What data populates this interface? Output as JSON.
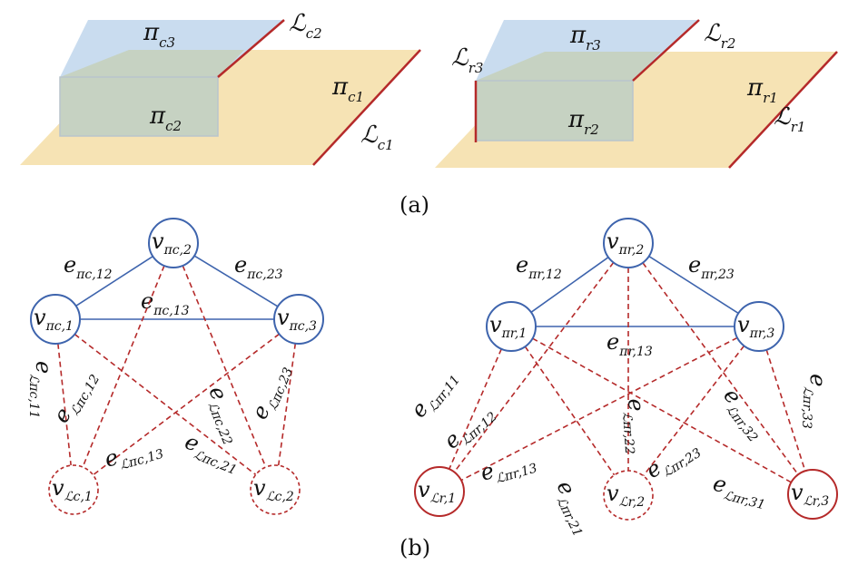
{
  "colors": {
    "plane_bottom": "#f6e3b4",
    "plane_top": "#c9dcef",
    "plane_overlap": "#c6d2c2",
    "line_red": "#b52a2a",
    "node_blue": "#3e64ad",
    "node_red": "#b52a2a",
    "edge_blue": "#3e64ad",
    "edge_red": "#b52a2a"
  },
  "captions": {
    "a": "(a)",
    "b": "(b)"
  },
  "panel_a": {
    "left": {
      "planes": [
        {
          "base": "π",
          "sub": "c3"
        },
        {
          "base": "π",
          "sub": "c2"
        },
        {
          "base": "π",
          "sub": "c1"
        }
      ],
      "lines": [
        {
          "base": "ℒ",
          "sub": "c2"
        },
        {
          "base": "ℒ",
          "sub": "c1"
        }
      ]
    },
    "right": {
      "planes": [
        {
          "base": "π",
          "sub": "r3"
        },
        {
          "base": "π",
          "sub": "r2"
        },
        {
          "base": "π",
          "sub": "r1"
        }
      ],
      "lines": [
        {
          "base": "ℒ",
          "sub": "r3"
        },
        {
          "base": "ℒ",
          "sub": "r2"
        },
        {
          "base": "ℒ",
          "sub": "r1"
        }
      ]
    }
  },
  "panel_b": {
    "left": {
      "nodes": [
        {
          "id": "pc2",
          "base": "v",
          "sub": "πc,2",
          "kind": "plane"
        },
        {
          "id": "pc1",
          "base": "v",
          "sub": "πc,1",
          "kind": "plane"
        },
        {
          "id": "pc3",
          "base": "v",
          "sub": "πc,3",
          "kind": "plane"
        },
        {
          "id": "lc1",
          "base": "v",
          "sub": "ℒc,1",
          "kind": "line-dashed"
        },
        {
          "id": "lc2",
          "base": "v",
          "sub": "ℒc,2",
          "kind": "line-dashed"
        }
      ],
      "edges": [
        {
          "from": "pc1",
          "to": "pc2",
          "kind": "solid",
          "base": "e",
          "sub": "πc,12"
        },
        {
          "from": "pc2",
          "to": "pc3",
          "kind": "solid",
          "base": "e",
          "sub": "πc,23"
        },
        {
          "from": "pc1",
          "to": "pc3",
          "kind": "solid",
          "base": "e",
          "sub": "πc,13"
        },
        {
          "from": "pc1",
          "to": "lc1",
          "kind": "dashed",
          "base": "e",
          "sub": "ℒπc,11"
        },
        {
          "from": "pc2",
          "to": "lc1",
          "kind": "dashed",
          "base": "e",
          "sub": "ℒπc,12"
        },
        {
          "from": "pc3",
          "to": "lc1",
          "kind": "dashed",
          "base": "e",
          "sub": "ℒπc,13"
        },
        {
          "from": "pc1",
          "to": "lc2",
          "kind": "dashed",
          "base": "e",
          "sub": "ℒπc,21"
        },
        {
          "from": "pc2",
          "to": "lc2",
          "kind": "dashed",
          "base": "e",
          "sub": "ℒπc,22"
        },
        {
          "from": "pc3",
          "to": "lc2",
          "kind": "dashed",
          "base": "e",
          "sub": "ℒπc,23"
        }
      ]
    },
    "right": {
      "nodes": [
        {
          "id": "pr2",
          "base": "v",
          "sub": "πr,2",
          "kind": "plane"
        },
        {
          "id": "pr1",
          "base": "v",
          "sub": "πr,1",
          "kind": "plane"
        },
        {
          "id": "pr3",
          "base": "v",
          "sub": "πr,3",
          "kind": "plane"
        },
        {
          "id": "lr1",
          "base": "v",
          "sub": "ℒr,1",
          "kind": "line-solid"
        },
        {
          "id": "lr2",
          "base": "v",
          "sub": "ℒr,2",
          "kind": "line-dashed"
        },
        {
          "id": "lr3",
          "base": "v",
          "sub": "ℒr,3",
          "kind": "line-solid"
        }
      ],
      "edges": [
        {
          "from": "pr1",
          "to": "pr2",
          "kind": "solid",
          "base": "e",
          "sub": "πr,12"
        },
        {
          "from": "pr2",
          "to": "pr3",
          "kind": "solid",
          "base": "e",
          "sub": "πr,23"
        },
        {
          "from": "pr1",
          "to": "pr3",
          "kind": "solid",
          "base": "e",
          "sub": "πr,13"
        },
        {
          "from": "pr1",
          "to": "lr1",
          "kind": "dashed",
          "base": "e",
          "sub": "ℒπr,11"
        },
        {
          "from": "pr2",
          "to": "lr1",
          "kind": "dashed",
          "base": "e",
          "sub": "ℒπr,12"
        },
        {
          "from": "pr3",
          "to": "lr1",
          "kind": "dashed",
          "base": "e",
          "sub": "ℒπr,13"
        },
        {
          "from": "pr1",
          "to": "lr2",
          "kind": "dashed",
          "base": "e",
          "sub": "ℒπr,21"
        },
        {
          "from": "pr2",
          "to": "lr2",
          "kind": "dashed",
          "base": "e",
          "sub": "ℒπr,22"
        },
        {
          "from": "pr3",
          "to": "lr2",
          "kind": "dashed",
          "base": "e",
          "sub": "ℒπr,23"
        },
        {
          "from": "pr1",
          "to": "lr3",
          "kind": "dashed",
          "base": "e",
          "sub": "ℒπr,31"
        },
        {
          "from": "pr2",
          "to": "lr3",
          "kind": "dashed",
          "base": "e",
          "sub": "ℒπr,32"
        },
        {
          "from": "pr3",
          "to": "lr3",
          "kind": "dashed",
          "base": "e",
          "sub": "ℒπr,33"
        }
      ]
    }
  }
}
